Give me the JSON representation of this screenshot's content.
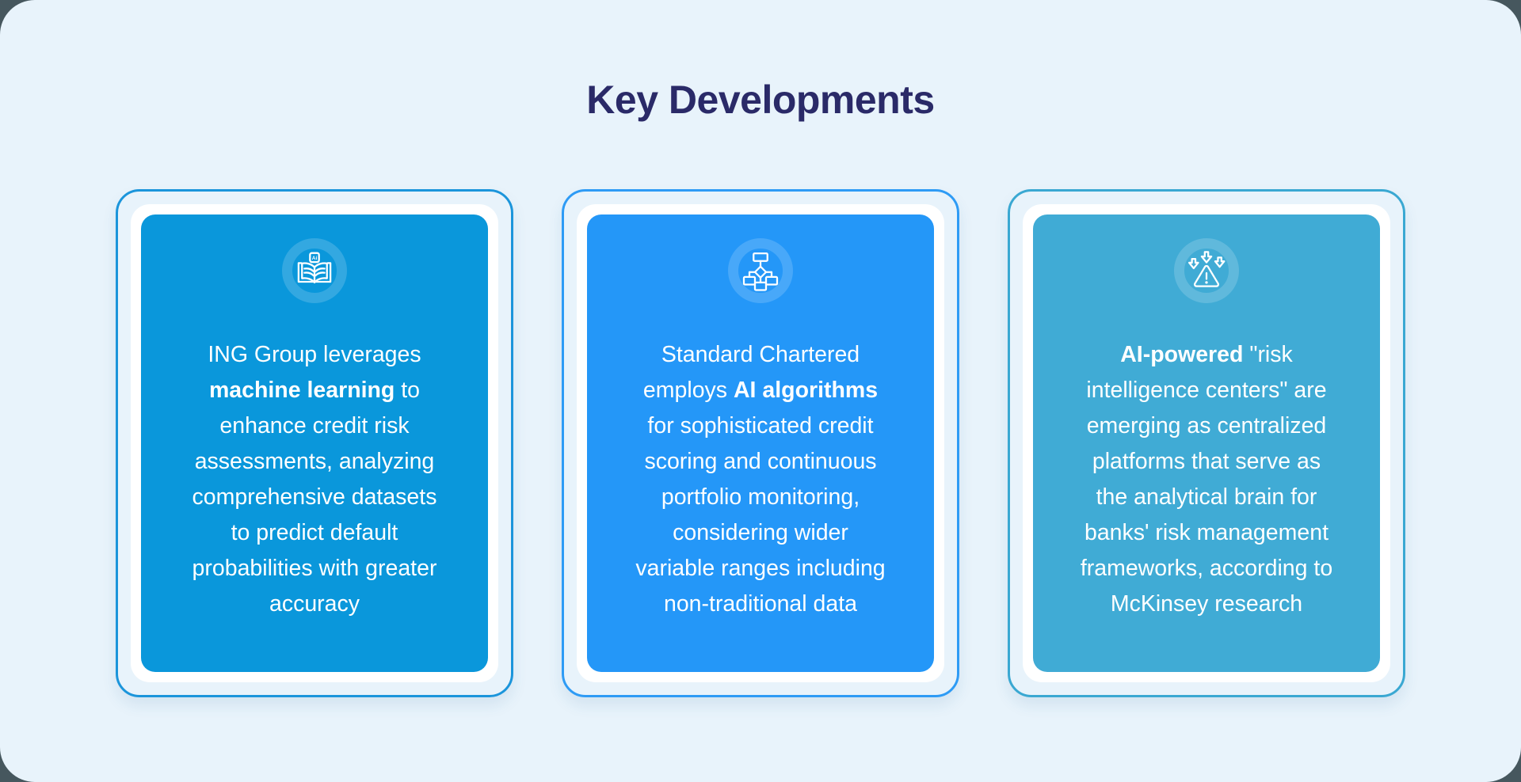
{
  "page": {
    "title": "Key Developments",
    "title_color": "#2A2A68",
    "canvas_color": "#E8F3FB",
    "backdrop_color": "#46575E"
  },
  "cards": [
    {
      "icon": "ai-book-icon",
      "icon_chip_label": "Ai",
      "panel_color": "#0A97DB",
      "border_color": "#1B95DB",
      "lines": [
        [
          {
            "t": "ING Group leverages"
          }
        ],
        [
          {
            "t": "machine learning",
            "b": true
          },
          {
            "t": " to"
          }
        ],
        [
          {
            "t": "enhance credit risk"
          }
        ],
        [
          {
            "t": "assessments, analyzing"
          }
        ],
        [
          {
            "t": "comprehensive datasets"
          }
        ],
        [
          {
            "t": "to predict default"
          }
        ],
        [
          {
            "t": "probabilities with greater"
          }
        ],
        [
          {
            "t": "accuracy"
          }
        ]
      ]
    },
    {
      "icon": "flowchart-icon",
      "panel_color": "#2497F8",
      "border_color": "#2E9BF5",
      "lines": [
        [
          {
            "t": "Standard Chartered"
          }
        ],
        [
          {
            "t": "employs "
          },
          {
            "t": "AI algorithms",
            "b": true
          }
        ],
        [
          {
            "t": "for sophisticated credit"
          }
        ],
        [
          {
            "t": "scoring and continuous"
          }
        ],
        [
          {
            "t": "portfolio monitoring,"
          }
        ],
        [
          {
            "t": "considering wider"
          }
        ],
        [
          {
            "t": "variable ranges including"
          }
        ],
        [
          {
            "t": "non-traditional data"
          }
        ]
      ]
    },
    {
      "icon": "risk-alert-icon",
      "panel_color": "#40ABD5",
      "border_color": "#3AA8D2",
      "lines": [
        [
          {
            "t": "AI-powered",
            "b": true
          },
          {
            "t": " \"risk"
          }
        ],
        [
          {
            "t": "intelligence centers\" are"
          }
        ],
        [
          {
            "t": "emerging as centralized"
          }
        ],
        [
          {
            "t": "platforms that serve as"
          }
        ],
        [
          {
            "t": "the analytical brain for"
          }
        ],
        [
          {
            "t": "banks' risk management"
          }
        ],
        [
          {
            "t": "frameworks, according to"
          }
        ],
        [
          {
            "t": "McKinsey research"
          }
        ]
      ]
    }
  ]
}
